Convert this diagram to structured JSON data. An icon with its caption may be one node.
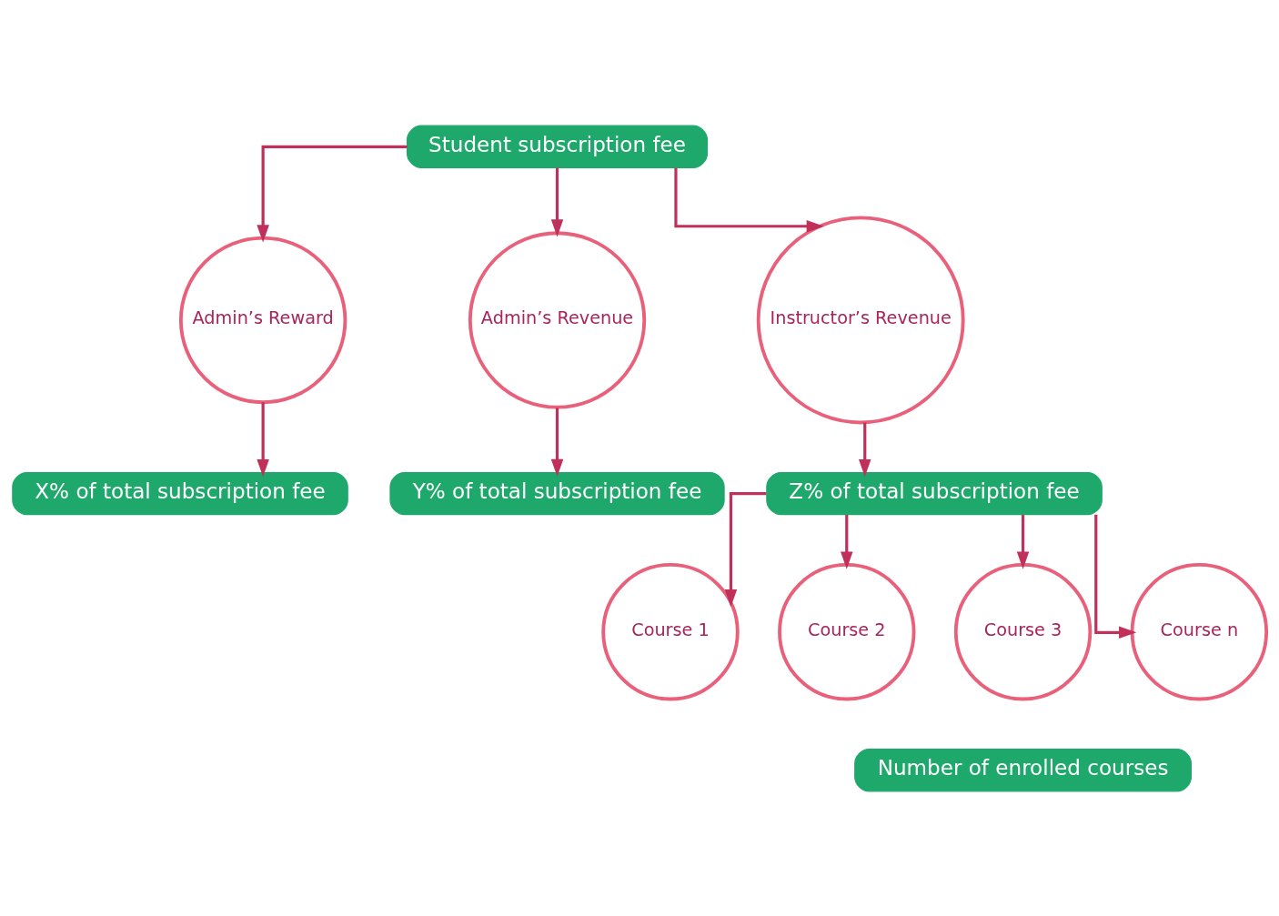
{
  "diagram": {
    "nodes": [
      {
        "text": [
          "Student subscription fee"
        ]
      },
      {
        "text": [
          "Admin’s Reward"
        ]
      },
      {
        "text": [
          "Admin’s Revenue"
        ]
      },
      {
        "text": [
          "Instructor’s Revenue"
        ]
      },
      {
        "text": [
          "X% of total subscription fee"
        ]
      },
      {
        "text": [
          "Y% of total subscription fee"
        ]
      },
      {
        "text": [
          "Z% of total subscription fee"
        ]
      },
      {
        "text": [
          "Course 1"
        ]
      },
      {
        "text": [
          "Course 2"
        ]
      },
      {
        "text": [
          "Course 3"
        ]
      },
      {
        "text": [
          "Course n"
        ]
      },
      {
        "text": [
          "Number of enrolled courses"
        ]
      }
    ],
    "edges": [
      {
        "from": 0,
        "to": 1,
        "arrow": "to"
      },
      {
        "from": 0,
        "to": 2,
        "arrow": "to"
      },
      {
        "from": 0,
        "to": 3,
        "arrow": "to"
      },
      {
        "from": 1,
        "to": 4,
        "arrow": "to"
      },
      {
        "from": 2,
        "to": 5,
        "arrow": "to"
      },
      {
        "from": 3,
        "to": 6,
        "arrow": "to"
      },
      {
        "from": 6,
        "to": 7,
        "arrow": "to"
      },
      {
        "from": 6,
        "to": 8,
        "arrow": "to"
      },
      {
        "from": 6,
        "to": 9,
        "arrow": "to"
      },
      {
        "from": 6,
        "to": 10,
        "arrow": "to"
      }
    ]
  }
}
